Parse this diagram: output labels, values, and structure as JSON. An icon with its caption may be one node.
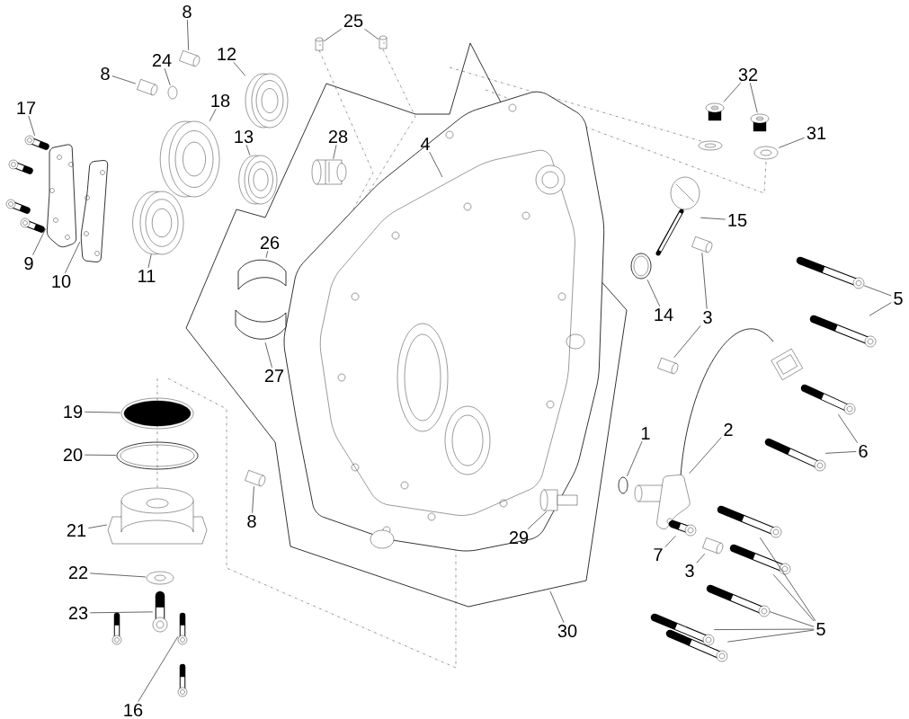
{
  "diagram": {
    "nodes": [
      {
        "text": [
          "8"
        ]
      },
      {
        "text": [
          "24"
        ]
      },
      {
        "text": [
          "8"
        ]
      },
      {
        "text": [
          "12"
        ]
      },
      {
        "text": [
          "18"
        ]
      },
      {
        "text": [
          "17"
        ]
      },
      {
        "text": [
          "13"
        ]
      },
      {
        "text": [
          "25"
        ]
      },
      {
        "text": [
          "28"
        ]
      },
      {
        "text": [
          "4"
        ]
      },
      {
        "text": [
          "32"
        ]
      },
      {
        "text": [
          "31"
        ]
      },
      {
        "text": [
          "15"
        ]
      },
      {
        "text": [
          "9"
        ]
      },
      {
        "text": [
          "10"
        ]
      },
      {
        "text": [
          "11"
        ]
      },
      {
        "text": [
          "26"
        ]
      },
      {
        "text": [
          "14"
        ]
      },
      {
        "text": [
          "3"
        ]
      },
      {
        "text": [
          "5"
        ]
      },
      {
        "text": [
          "27"
        ]
      },
      {
        "text": [
          "19"
        ]
      },
      {
        "text": [
          "2"
        ]
      },
      {
        "text": [
          "1"
        ]
      },
      {
        "text": [
          "6"
        ]
      },
      {
        "text": [
          "20"
        ]
      },
      {
        "text": [
          "8"
        ]
      },
      {
        "text": [
          "21"
        ]
      },
      {
        "text": [
          "29"
        ]
      },
      {
        "text": [
          "7"
        ]
      },
      {
        "text": [
          "3"
        ]
      },
      {
        "text": [
          "22"
        ]
      },
      {
        "text": [
          "23"
        ]
      },
      {
        "text": [
          "30"
        ]
      },
      {
        "text": [
          "5"
        ]
      },
      {
        "text": [
          "16"
        ]
      },
      {
        "text": [],
        "shape": "picture"
      },
      {
        "text": [],
        "shape": "picture"
      },
      {
        "text": [],
        "shape": "picture"
      },
      {
        "text": [],
        "shape": "picture"
      },
      {
        "text": [],
        "shape": "picture"
      },
      {
        "text": [],
        "shape": "picture"
      },
      {
        "text": [],
        "shape": "picture"
      },
      {
        "text": [],
        "shape": "picture"
      },
      {
        "text": [],
        "shape": "picture"
      },
      {
        "text": [],
        "shape": "picture"
      },
      {
        "text": [],
        "shape": "picture"
      },
      {
        "text": [],
        "shape": "picture"
      },
      {
        "text": [],
        "shape": "picture"
      },
      {
        "text": [],
        "shape": "picture"
      },
      {
        "text": [],
        "shape": "picture"
      },
      {
        "text": [],
        "shape": "picture"
      },
      {
        "text": [],
        "shape": "picture"
      },
      {
        "text": [],
        "shape": "picture"
      },
      {
        "text": [],
        "shape": "picture"
      },
      {
        "text": [],
        "shape": "picture"
      },
      {
        "text": [],
        "shape": "picture"
      },
      {
        "text": [],
        "shape": "picture"
      },
      {
        "text": [],
        "shape": "picture"
      },
      {
        "text": [],
        "shape": "picture"
      },
      {
        "text": [],
        "shape": "picture"
      },
      {
        "text": [],
        "shape": "picture"
      },
      {
        "text": [],
        "shape": "picture"
      },
      {
        "text": [],
        "shape": "picture"
      },
      {
        "text": [],
        "shape": "picture"
      },
      {
        "text": [],
        "shape": "picture"
      },
      {
        "text": [],
        "shape": "picture"
      },
      {
        "text": [],
        "shape": "picture"
      },
      {
        "text": [],
        "shape": "picture"
      },
      {
        "text": [],
        "shape": "picture"
      },
      {
        "text": [],
        "shape": "picture"
      },
      {
        "text": [],
        "shape": "picture"
      },
      {
        "text": [],
        "shape": "picture"
      },
      {
        "text": [],
        "shape": "picture"
      },
      {
        "text": [],
        "shape": "picture"
      },
      {
        "text": [],
        "shape": "picture"
      },
      {
        "text": [],
        "shape": "picture"
      },
      {
        "text": [],
        "shape": "picture"
      },
      {
        "text": [],
        "shape": "picture"
      }
    ],
    "edges": [
      {
        "from": 0,
        "to": 36,
        "arrow": "none"
      },
      {
        "from": 1,
        "to": 37,
        "arrow": "none"
      },
      {
        "from": 2,
        "to": 38,
        "arrow": "none"
      },
      {
        "from": 3,
        "to": 39,
        "arrow": "none"
      },
      {
        "from": 4,
        "to": 40,
        "arrow": "none"
      },
      {
        "from": 5,
        "to": 41,
        "arrow": "none"
      },
      {
        "from": 6,
        "to": 42,
        "arrow": "none"
      },
      {
        "from": 7,
        "to": 43,
        "arrow": "none"
      },
      {
        "from": 7,
        "to": 44,
        "arrow": "none"
      },
      {
        "from": 8,
        "to": 45,
        "arrow": "none"
      },
      {
        "from": 9,
        "to": null,
        "arrow": "none"
      },
      {
        "from": 10,
        "to": 46,
        "arrow": "none"
      },
      {
        "from": 10,
        "to": 47,
        "arrow": "none"
      },
      {
        "from": 11,
        "to": 48,
        "arrow": "none"
      },
      {
        "from": 12,
        "to": 49,
        "arrow": "none"
      },
      {
        "from": 13,
        "to": 50,
        "arrow": "none"
      },
      {
        "from": 14,
        "to": 51,
        "arrow": "none"
      },
      {
        "from": 15,
        "to": 52,
        "arrow": "none"
      },
      {
        "from": 16,
        "to": 53,
        "arrow": "none"
      },
      {
        "from": 17,
        "to": 54,
        "arrow": "none"
      },
      {
        "from": 18,
        "to": 55,
        "arrow": "none"
      },
      {
        "from": 18,
        "to": 56,
        "arrow": "none"
      },
      {
        "from": 19,
        "to": 57,
        "arrow": "none"
      },
      {
        "from": 19,
        "to": 58,
        "arrow": "none"
      },
      {
        "from": 20,
        "to": 59,
        "arrow": "none"
      },
      {
        "from": 21,
        "to": 60,
        "arrow": "none"
      },
      {
        "from": 22,
        "to": 61,
        "arrow": "none"
      },
      {
        "from": 23,
        "to": 62,
        "arrow": "none"
      },
      {
        "from": 24,
        "to": 63,
        "arrow": "none"
      },
      {
        "from": 24,
        "to": 64,
        "arrow": "none"
      },
      {
        "from": 25,
        "to": 65,
        "arrow": "none"
      },
      {
        "from": 26,
        "to": 66,
        "arrow": "none"
      },
      {
        "from": 27,
        "to": 67,
        "arrow": "none"
      },
      {
        "from": 28,
        "to": 68,
        "arrow": "none"
      },
      {
        "from": 29,
        "to": 69,
        "arrow": "none"
      },
      {
        "from": 30,
        "to": 70,
        "arrow": "none"
      },
      {
        "from": 31,
        "to": 71,
        "arrow": "none"
      },
      {
        "from": 32,
        "to": 72,
        "arrow": "none"
      },
      {
        "from": 33,
        "to": null,
        "arrow": "none"
      },
      {
        "from": 34,
        "to": 73,
        "arrow": "none"
      },
      {
        "from": 34,
        "to": 74,
        "arrow": "none"
      },
      {
        "from": 34,
        "to": 75,
        "arrow": "none"
      },
      {
        "from": 34,
        "to": 76,
        "arrow": "none"
      },
      {
        "from": 34,
        "to": 77,
        "arrow": "none"
      },
      {
        "from": 35,
        "to": 78,
        "arrow": "none"
      }
    ]
  }
}
